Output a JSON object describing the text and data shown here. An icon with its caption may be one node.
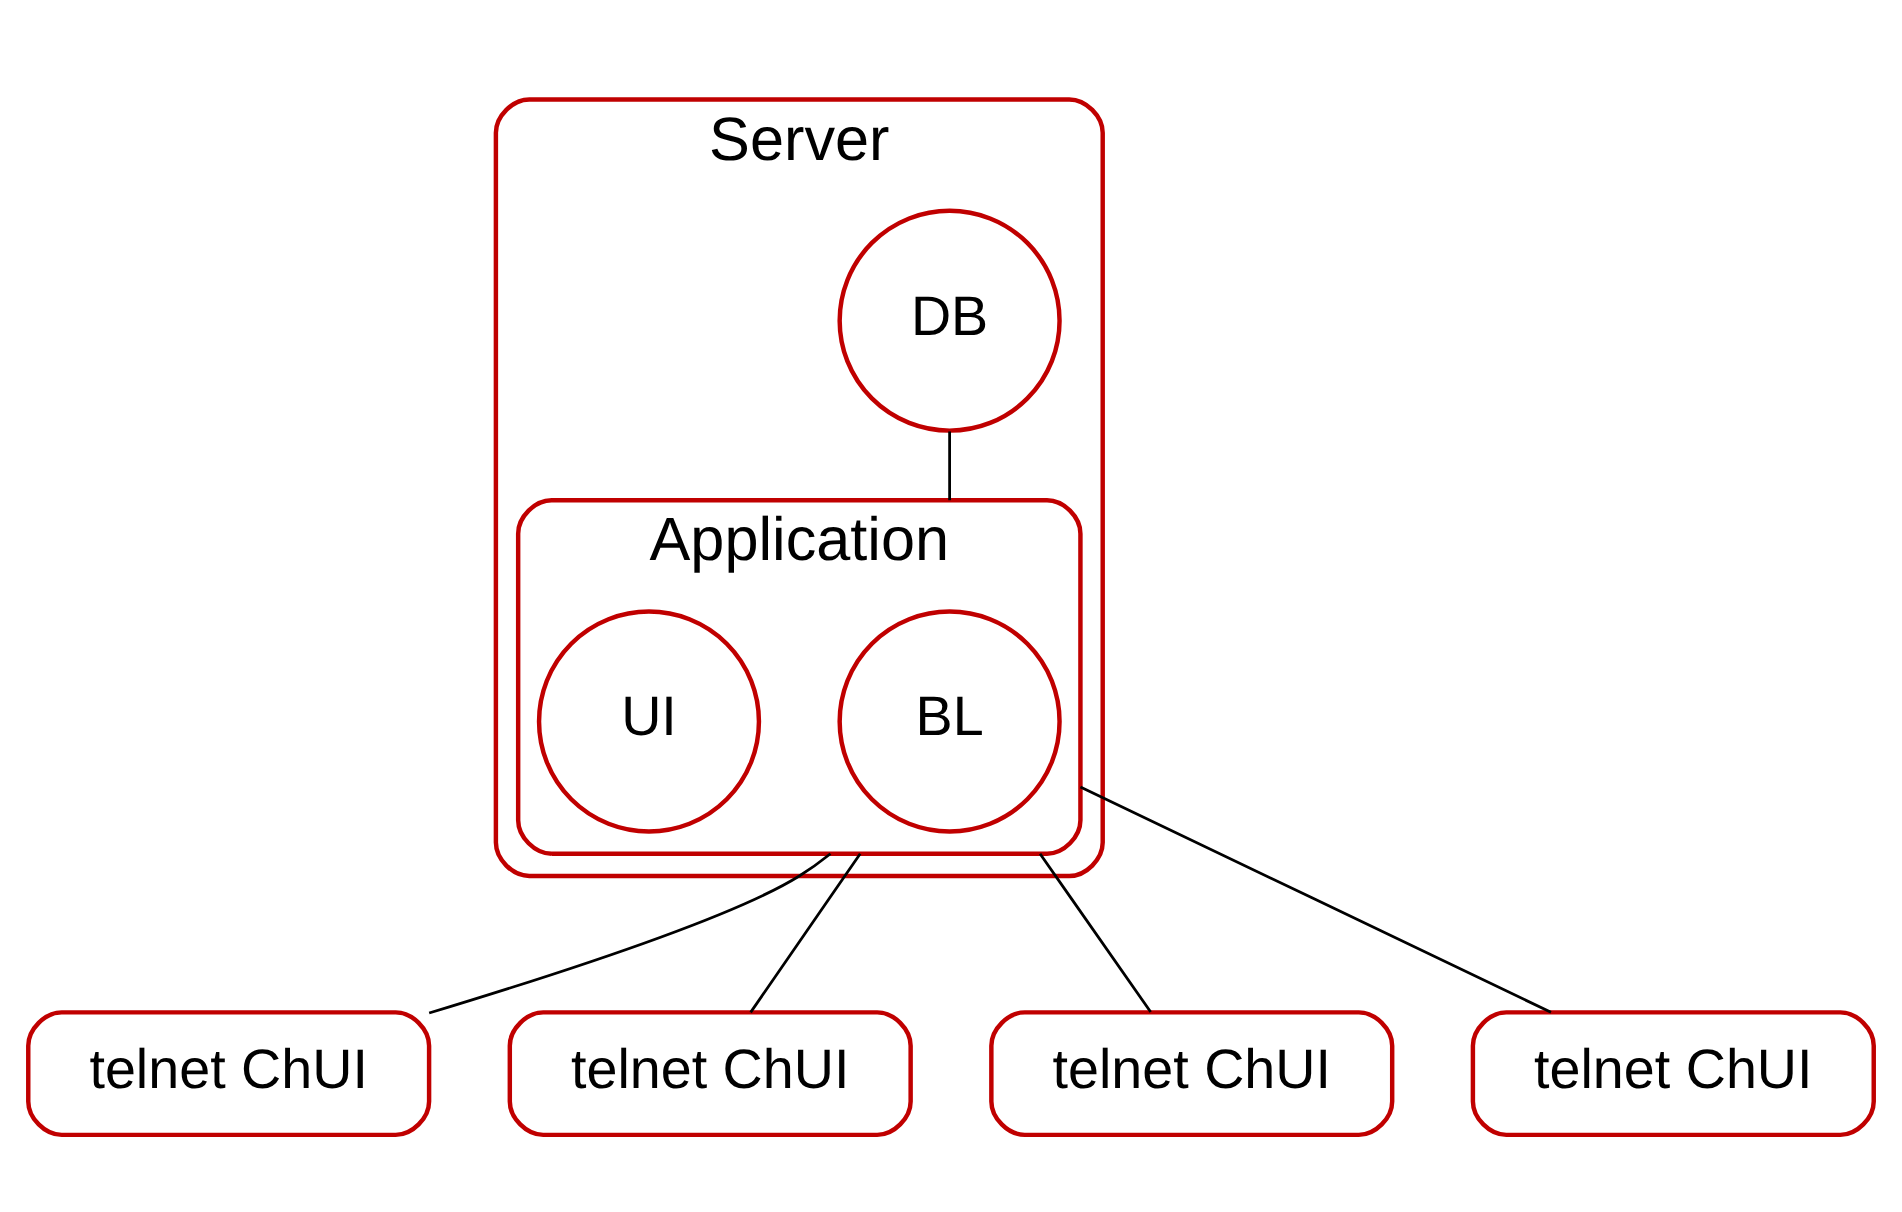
{
  "diagram": {
    "nodes": [
      {
        "text": [
          "Server"
        ]
      },
      {
        "text": [
          "DB"
        ],
        "in": 0
      },
      {
        "text": [
          "Application"
        ],
        "in": 0
      },
      {
        "text": [
          "BL"
        ],
        "in": 2
      },
      {
        "text": [
          "UI"
        ],
        "in": 2
      },
      {
        "text": [
          "telnet ChUI"
        ]
      },
      {
        "text": [
          "telnet ChUI"
        ]
      },
      {
        "text": [
          "telnet ChUI"
        ]
      },
      {
        "text": [
          "telnet ChUI"
        ]
      }
    ],
    "edges": [
      {
        "from": 1,
        "to": 2,
        "arrow": "none"
      },
      {
        "from": 2,
        "to": 5,
        "arrow": "none"
      },
      {
        "from": 2,
        "to": 6,
        "arrow": "none"
      },
      {
        "from": 2,
        "to": 7,
        "arrow": "none"
      },
      {
        "from": 2,
        "to": 8,
        "arrow": "none"
      }
    ]
  }
}
